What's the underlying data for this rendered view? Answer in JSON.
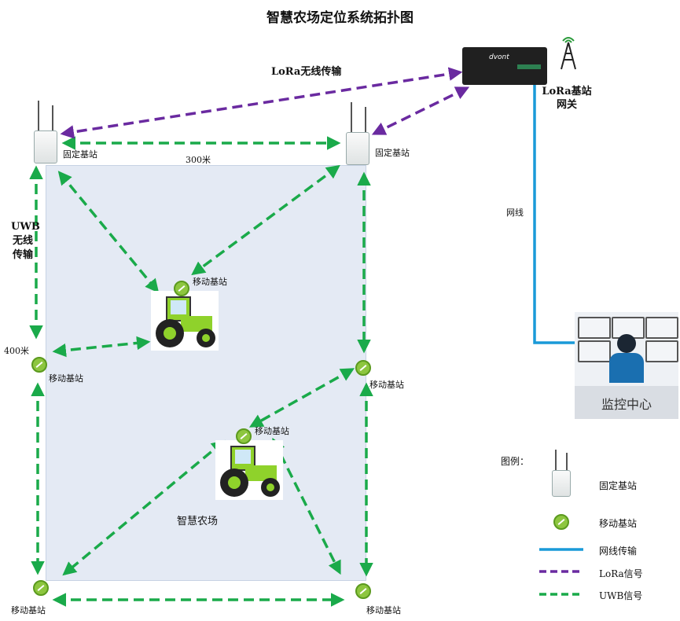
{
  "title": "智慧农场定位系统拓扑图",
  "links": {
    "lora": "LoRa无线传输",
    "uwb_line1": "UWB",
    "uwb_line2": "无线",
    "uwb_line3": "传输",
    "network": "网线"
  },
  "gateway": {
    "label_line1": "LoRa基站",
    "label_line2": "网关",
    "brand": "dvont"
  },
  "monitor": {
    "label": "监控中心"
  },
  "field": {
    "label": "智慧农场",
    "width_label": "300米",
    "height_label": "400米"
  },
  "stations": {
    "fixed_left": "固定基站",
    "fixed_right": "固定基站",
    "mobile_tractor_1": "移动基站",
    "mobile_tractor_2": "移动基站",
    "mobile_left_mid": "移动基站",
    "mobile_right_mid": "移动基站",
    "mobile_bottom_left": "移动基站",
    "mobile_bottom_right": "移动基站"
  },
  "legend": {
    "title": "图例：",
    "fixed": "固定基站",
    "mobile": "移动基站",
    "wire": "网线传输",
    "lora": "LoRa信号",
    "uwb": "UWB信号"
  },
  "colors": {
    "uwb": "#1aaa4a",
    "lora": "#6a2aa0",
    "wire": "#1a9ad8",
    "field": "#e4eaf4",
    "mobile": "#8dc63f"
  }
}
